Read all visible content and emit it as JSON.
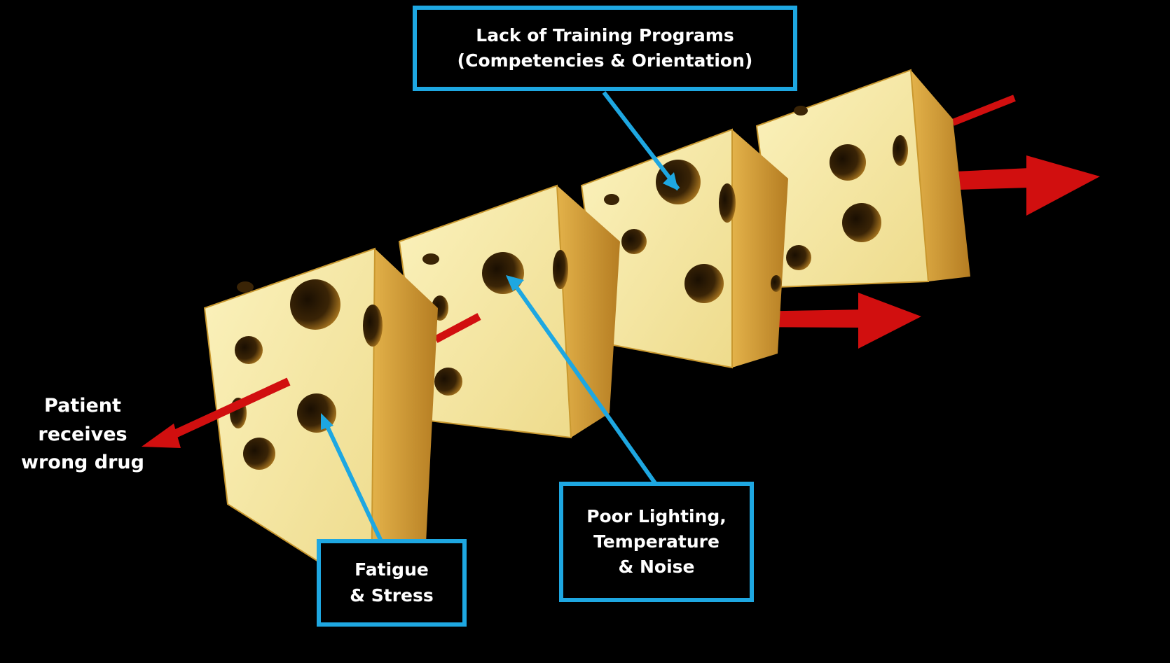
{
  "colors": {
    "background": "#000000",
    "cheese_face": "#f6e9a4",
    "cheese_side": "#d8a438",
    "cheese_edge": "#a8741f",
    "hole": "#2a1a05",
    "hole_rim": "#b07b20",
    "arrow": "#d10f0f",
    "callout": "#1ea7e1",
    "text": "#ffffff"
  },
  "labels": {
    "training": {
      "line1": "Lack of Training Programs",
      "line2": "(Competencies & Orientation)"
    },
    "lighting": {
      "line1": "Poor Lighting,",
      "line2": "Temperature",
      "line3": "& Noise"
    },
    "fatigue": {
      "line1": "Fatigue",
      "line2": "& Stress"
    }
  },
  "outcome": {
    "line1": "Patient",
    "line2": "receives",
    "line3": "wrong drug"
  }
}
